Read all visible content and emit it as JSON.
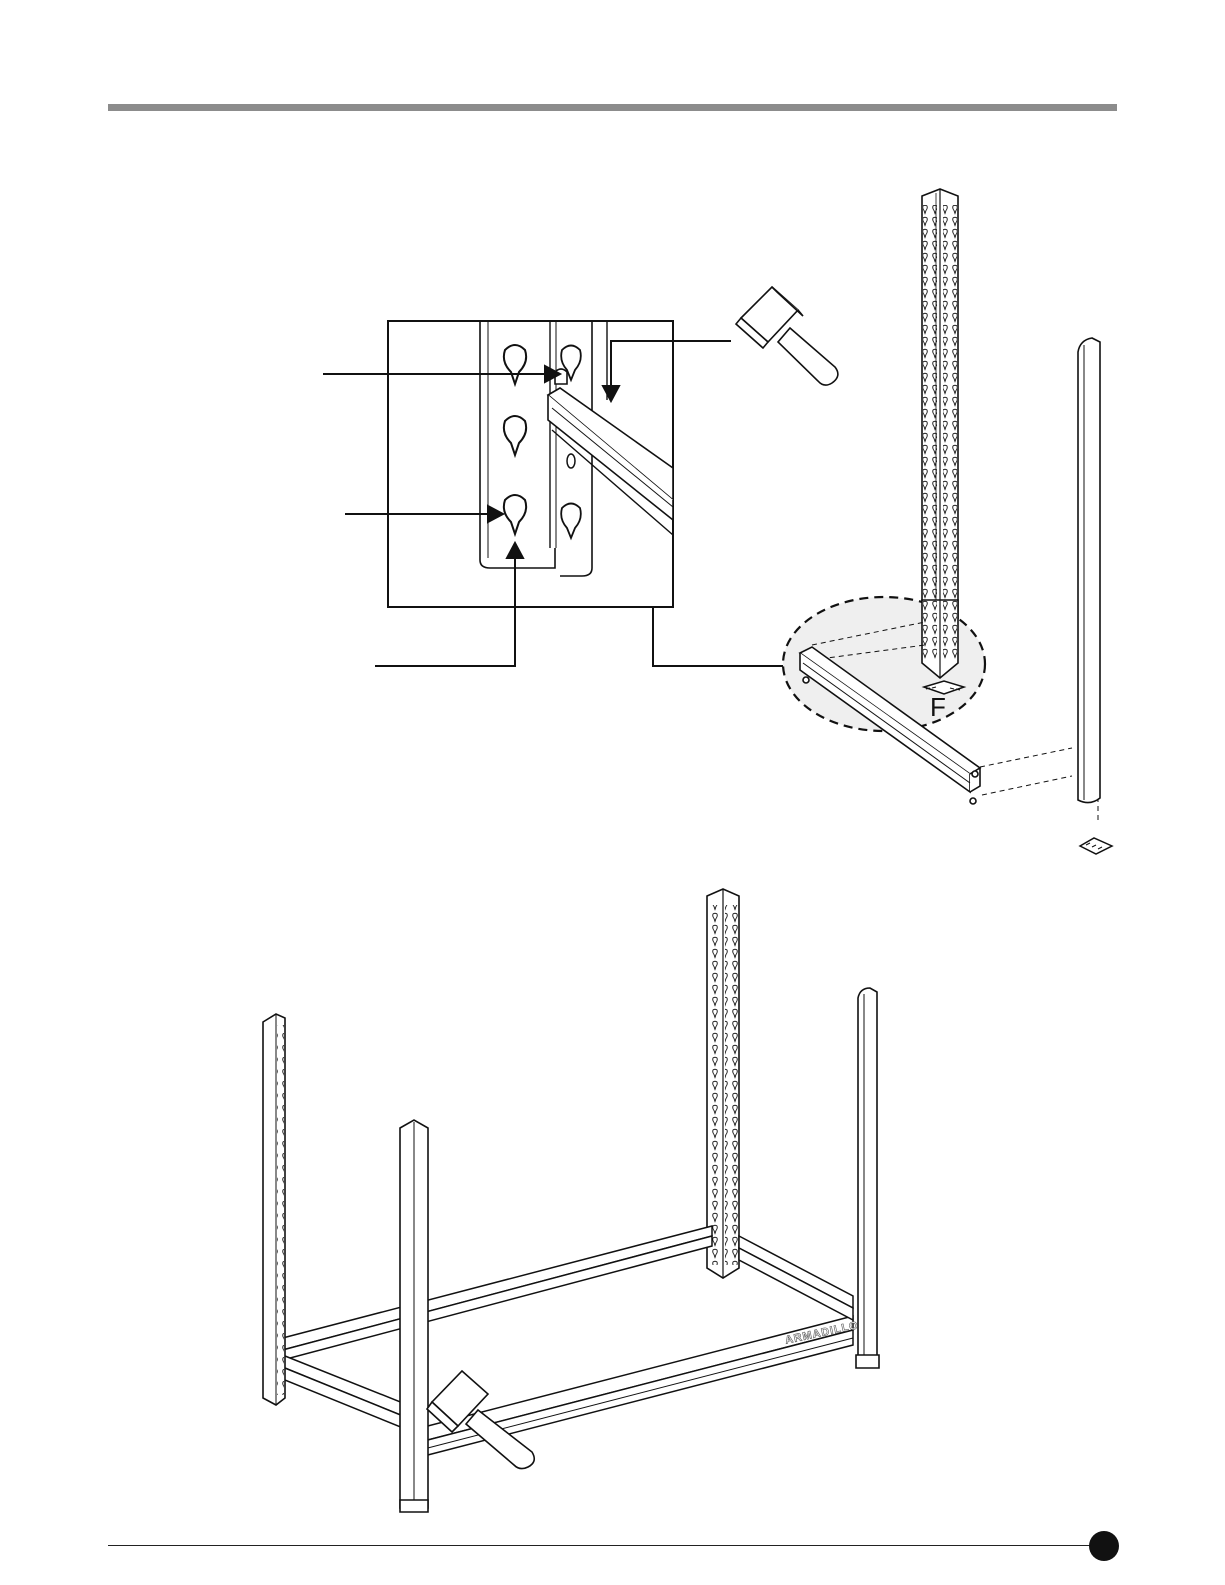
{
  "figure_top": {
    "part_label": "F"
  },
  "figure_bottom": {
    "brand_mark": "ARMADILLO"
  },
  "footer": {
    "page_marker": "filled-circle"
  }
}
